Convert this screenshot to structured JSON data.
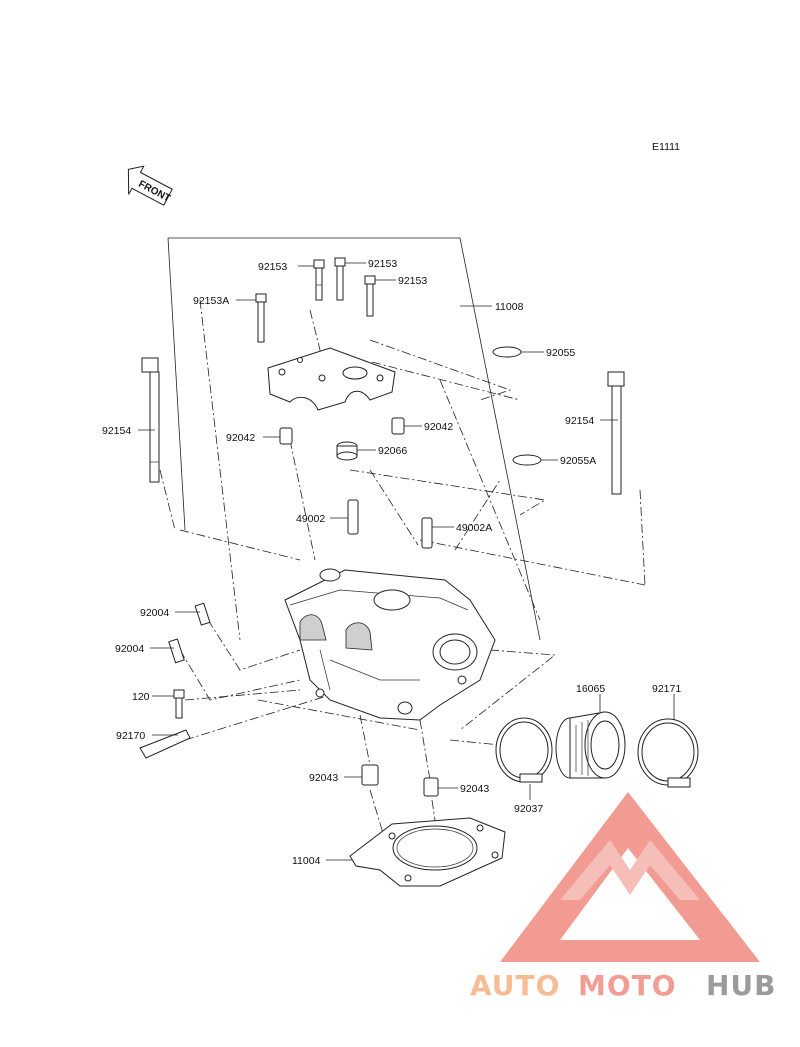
{
  "diagram_code": "E1111",
  "front_label": "FRONT",
  "callouts": {
    "c11008": "11008",
    "c92153_a": "92153",
    "c92153_b": "92153",
    "c92153_c": "92153",
    "c92153A": "92153A",
    "c92055": "92055",
    "c92055A": "92055A",
    "c92154_left": "92154",
    "c92154_right": "92154",
    "c92042_left": "92042",
    "c92042_right": "92042",
    "c92066": "92066",
    "c49002": "49002",
    "c49002A": "49002A",
    "c92004_a": "92004",
    "c92004_b": "92004",
    "c120": "120",
    "c92170": "92170",
    "c16065": "16065",
    "c92171": "92171",
    "c92037": "92037",
    "c92043_left": "92043",
    "c92043_right": "92043",
    "c11004": "11004"
  },
  "watermark": {
    "part1": "AUTO",
    "part2": "MOTO",
    "part3": "HUB",
    "color1": "#f4b183",
    "color2": "#f28b82",
    "color3": "#8a8a8a",
    "logo_color": "#f08a80"
  }
}
